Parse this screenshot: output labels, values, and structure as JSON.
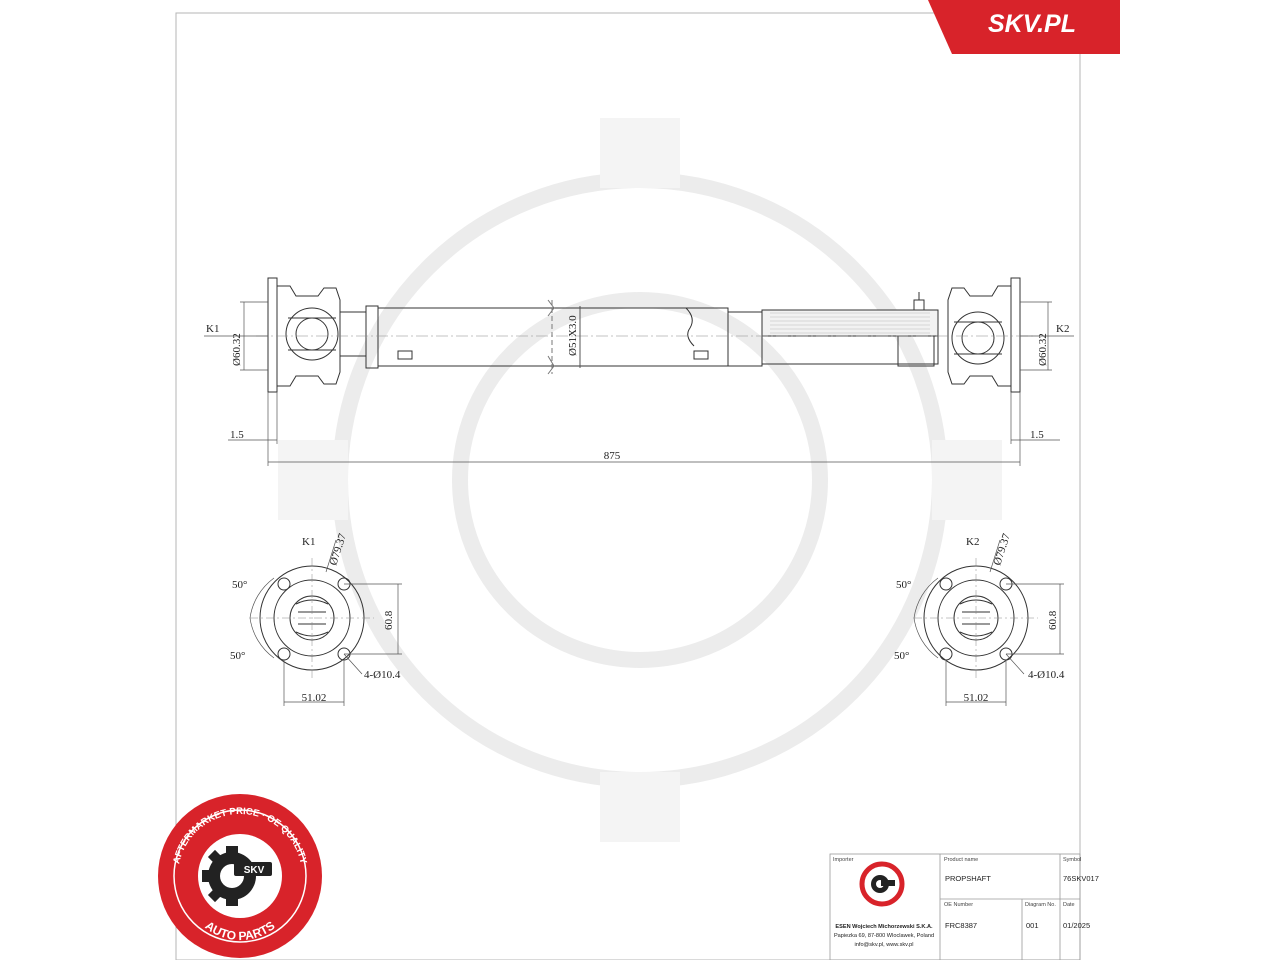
{
  "brand": {
    "name": "SKV.PL",
    "color": "#d8232a"
  },
  "seal": {
    "top_arc": "AFTERMARKET PRICE · OE QUALITY",
    "bottom_arc": "AUTO PARTS",
    "center_label": "SKV",
    "ring_color": "#d8232a"
  },
  "drawing": {
    "side_view": {
      "left_label": "K1",
      "right_label": "K2",
      "left_flange_diameter": "Ø60.32",
      "right_flange_diameter": "Ø60.32",
      "tube_size": "Ø51X3.0",
      "left_offset": "1.5",
      "right_offset": "1.5",
      "overall_length": "875"
    },
    "flanges": [
      {
        "label": "K1",
        "bolt_circle": "Ø79.37",
        "angle_top": "50°",
        "angle_bottom": "50°",
        "height": "60.8",
        "holes": "4-Ø10.4",
        "width": "51.02"
      },
      {
        "label": "K2",
        "bolt_circle": "Ø79.37",
        "angle_top": "50°",
        "angle_bottom": "50°",
        "height": "60.8",
        "holes": "4-Ø10.4",
        "width": "51.02"
      }
    ]
  },
  "title_block": {
    "importer_label": "Importer",
    "importer_lines": [
      "ESEN Wojciech Michorzewski S.K.A.",
      "Papiezka 69, 87-800 Wloclawek, Poland",
      "info@skv.pl, www.skv.pl"
    ],
    "product_name_label": "Product name",
    "product_name": "PROPSHAFT",
    "symbol_label": "Symbol",
    "symbol": "76SKV017",
    "oe_number_label": "OE Number",
    "oe_number": "FRC8387",
    "diagram_no_label": "Diagram No.",
    "diagram_no": "001",
    "date_label": "Date",
    "date": "01/2025"
  }
}
